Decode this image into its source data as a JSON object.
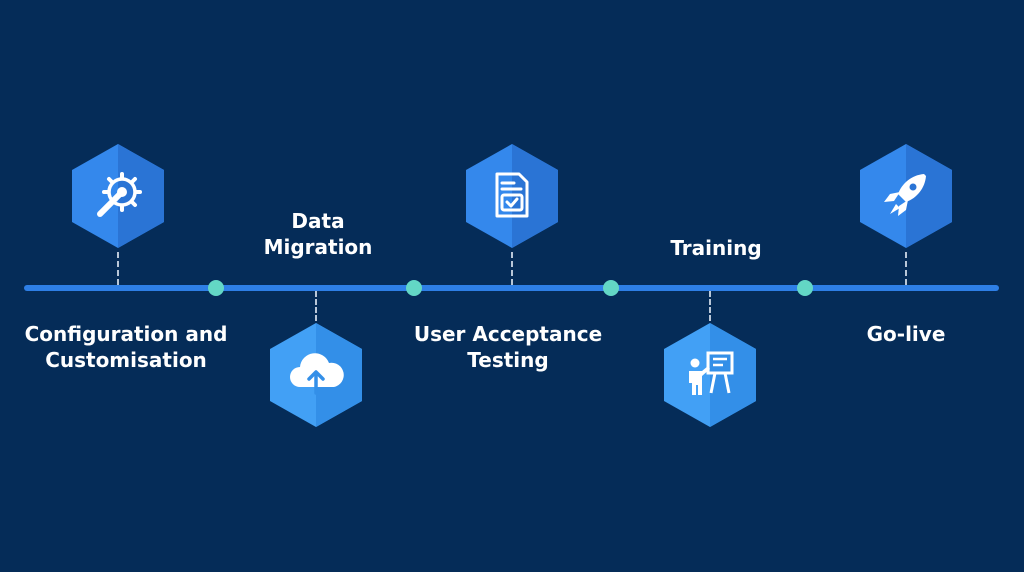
{
  "colors": {
    "background": "#052c58",
    "line": "#2e7fe6",
    "dot": "#63d7c5",
    "hex_dark": "#2a74d5",
    "hex_light": "#3f9af3",
    "text": "#ffffff"
  },
  "stages": [
    {
      "label_line1": "Configuration and",
      "label_line2": "Customisation",
      "icon": "wrench-gear-icon"
    },
    {
      "label_line1": "Data",
      "label_line2": "Migration",
      "icon": "cloud-upload-icon"
    },
    {
      "label_line1": "User Acceptance",
      "label_line2": "Testing",
      "icon": "document-check-icon"
    },
    {
      "label_line1": "Training",
      "label_line2": "",
      "icon": "presentation-icon"
    },
    {
      "label_line1": "Go-live",
      "label_line2": "",
      "icon": "rocket-icon"
    }
  ]
}
